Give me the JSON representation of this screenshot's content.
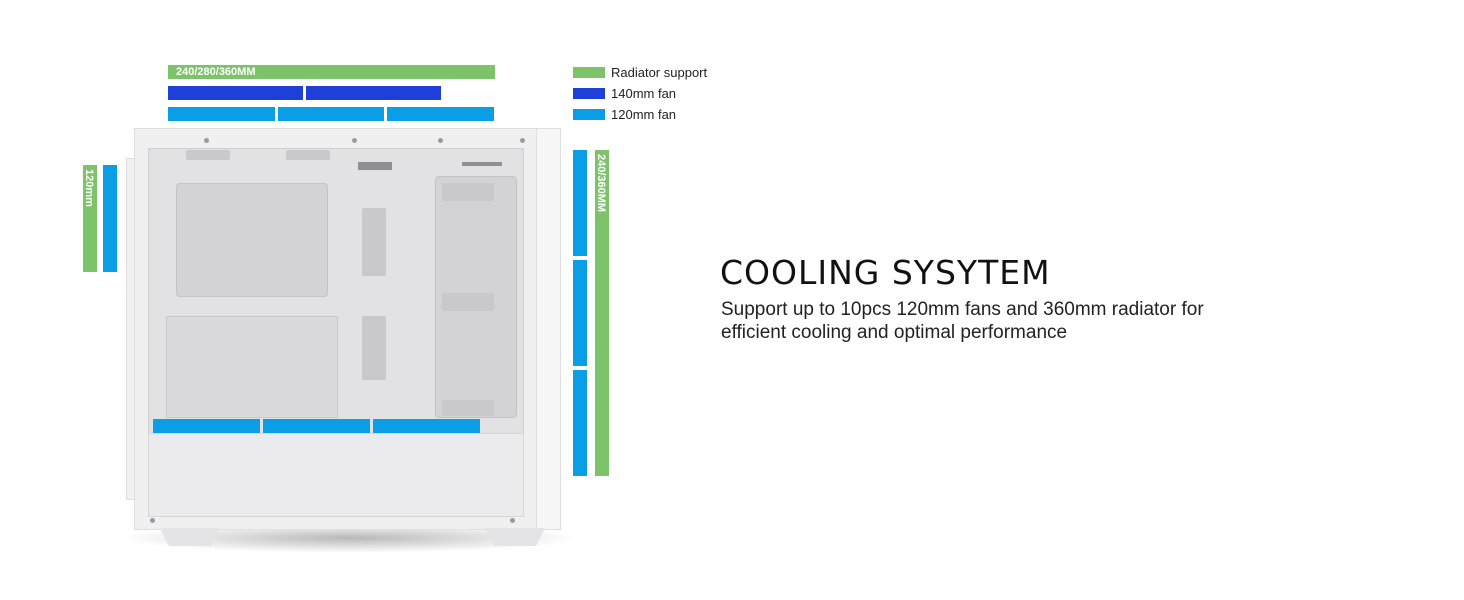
{
  "labels": {
    "top_radiator": "240/280/360MM",
    "front_radiator": "240/360MM",
    "rear_fan": "120mm"
  },
  "legend": [
    {
      "label": "Radiator support",
      "color": "#7cc36a"
    },
    {
      "label": "140mm fan",
      "color": "#1f3fd9"
    },
    {
      "label": "120mm fan",
      "color": "#0a9ee6"
    }
  ],
  "heading": {
    "title": "COOLING SYSYTEM",
    "line1": "Support up to 10pcs 120mm fans and 360mm radiator for",
    "line2": "efficient cooling and optimal performance"
  }
}
